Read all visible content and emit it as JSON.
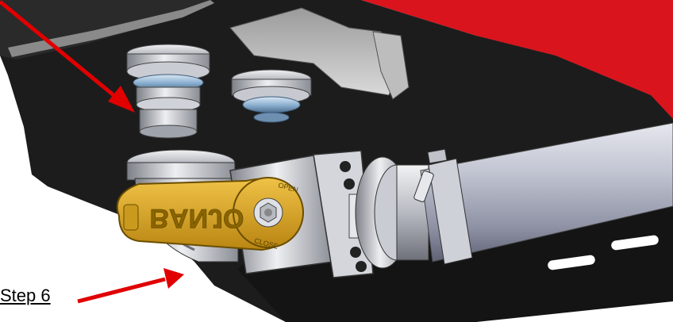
{
  "callouts": {
    "step_label": "Step 6"
  },
  "handle": {
    "brand_text": "BANJO",
    "hub_text_top": "OPEN",
    "hub_text_bottom": "CLOSE"
  },
  "colors": {
    "tank_red": "#d9141c",
    "frame_black": "#1c1c1c",
    "handle_yellow": "#d8a623",
    "arrow_red": "#e00000",
    "metal_gray": "#b9bcc2",
    "hose_gray": "#a9adbd"
  }
}
